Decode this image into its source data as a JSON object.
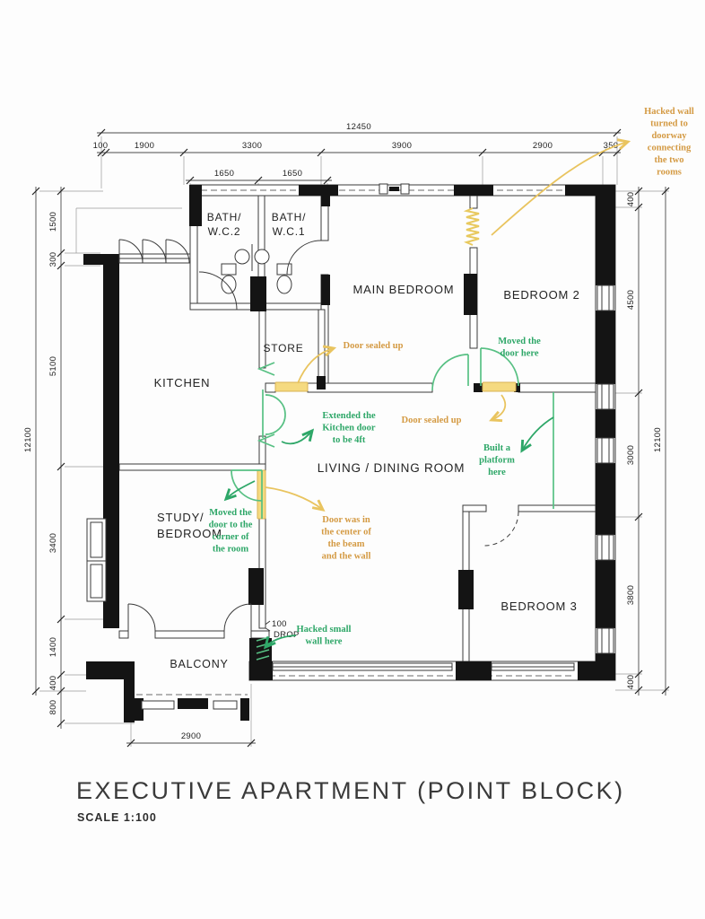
{
  "title": {
    "main": "EXECUTIVE APARTMENT (POINT BLOCK)",
    "scale": "SCALE 1:100"
  },
  "rooms": {
    "bath_wc2": {
      "lines": [
        "BATH/",
        "W.C.2"
      ]
    },
    "bath_wc1": {
      "lines": [
        "BATH/",
        "W.C.1"
      ]
    },
    "main_bedroom": "MAIN BEDROOM",
    "bedroom_2": "BEDROOM 2",
    "kitchen": "KITCHEN",
    "store": "STORE",
    "living_dining": "LIVING / DINING ROOM",
    "study_bedroom": {
      "lines": [
        "STUDY/",
        "BEDROOM"
      ]
    },
    "bedroom_3": "BEDROOM 3",
    "balcony": "BALCONY"
  },
  "dimensions": {
    "top_total": "12450",
    "top_row": [
      "100",
      "1900",
      "3300",
      "3900",
      "2900",
      "350"
    ],
    "top_sub": [
      "1650",
      "1650"
    ],
    "left_total": "12100",
    "left_row": [
      "1500",
      "300",
      "5100",
      "3400",
      "1400",
      "400",
      "800"
    ],
    "right_total": "12100",
    "right_row": [
      "400",
      "4500",
      "3000",
      "3800",
      "400"
    ],
    "bottom_balcony": "2900",
    "drop_note": {
      "lines": [
        "100",
        "DROP"
      ]
    }
  },
  "annotations": {
    "hacked_wall_doorway": {
      "color": "orange",
      "lines": [
        "Hacked wall",
        "turned to",
        "doorway",
        "connecting",
        "the two",
        "rooms"
      ]
    },
    "door_sealed_store": {
      "color": "orange",
      "text": "Door sealed up"
    },
    "moved_door_bedroom2": {
      "color": "green",
      "lines": [
        "Moved the",
        "door here"
      ]
    },
    "door_sealed_bedroom2": {
      "color": "orange",
      "text": "Door sealed up"
    },
    "extended_kitchen_door": {
      "color": "green",
      "lines": [
        "Extended the",
        "Kitchen door",
        "to be 4ft"
      ]
    },
    "built_platform": {
      "color": "green",
      "lines": [
        "Built a",
        "platform",
        "here"
      ]
    },
    "moved_door_study": {
      "color": "green",
      "lines": [
        "Moved the",
        "door to the",
        "corner of",
        "the room"
      ]
    },
    "door_was_center": {
      "color": "orange",
      "lines": [
        "Door was in",
        "the center of",
        "the beam",
        "and the wall"
      ]
    },
    "hacked_small_wall": {
      "color": "green",
      "lines": [
        "Hacked small",
        "wall here"
      ]
    }
  },
  "colors": {
    "annotation_orange": "#D49A43",
    "annotation_green": "#2EA768",
    "highlight_yellow": "#F5DA80",
    "arrow_yellow": "#E9C45F",
    "door_green": "#57C083",
    "wall_black": "#141414"
  }
}
